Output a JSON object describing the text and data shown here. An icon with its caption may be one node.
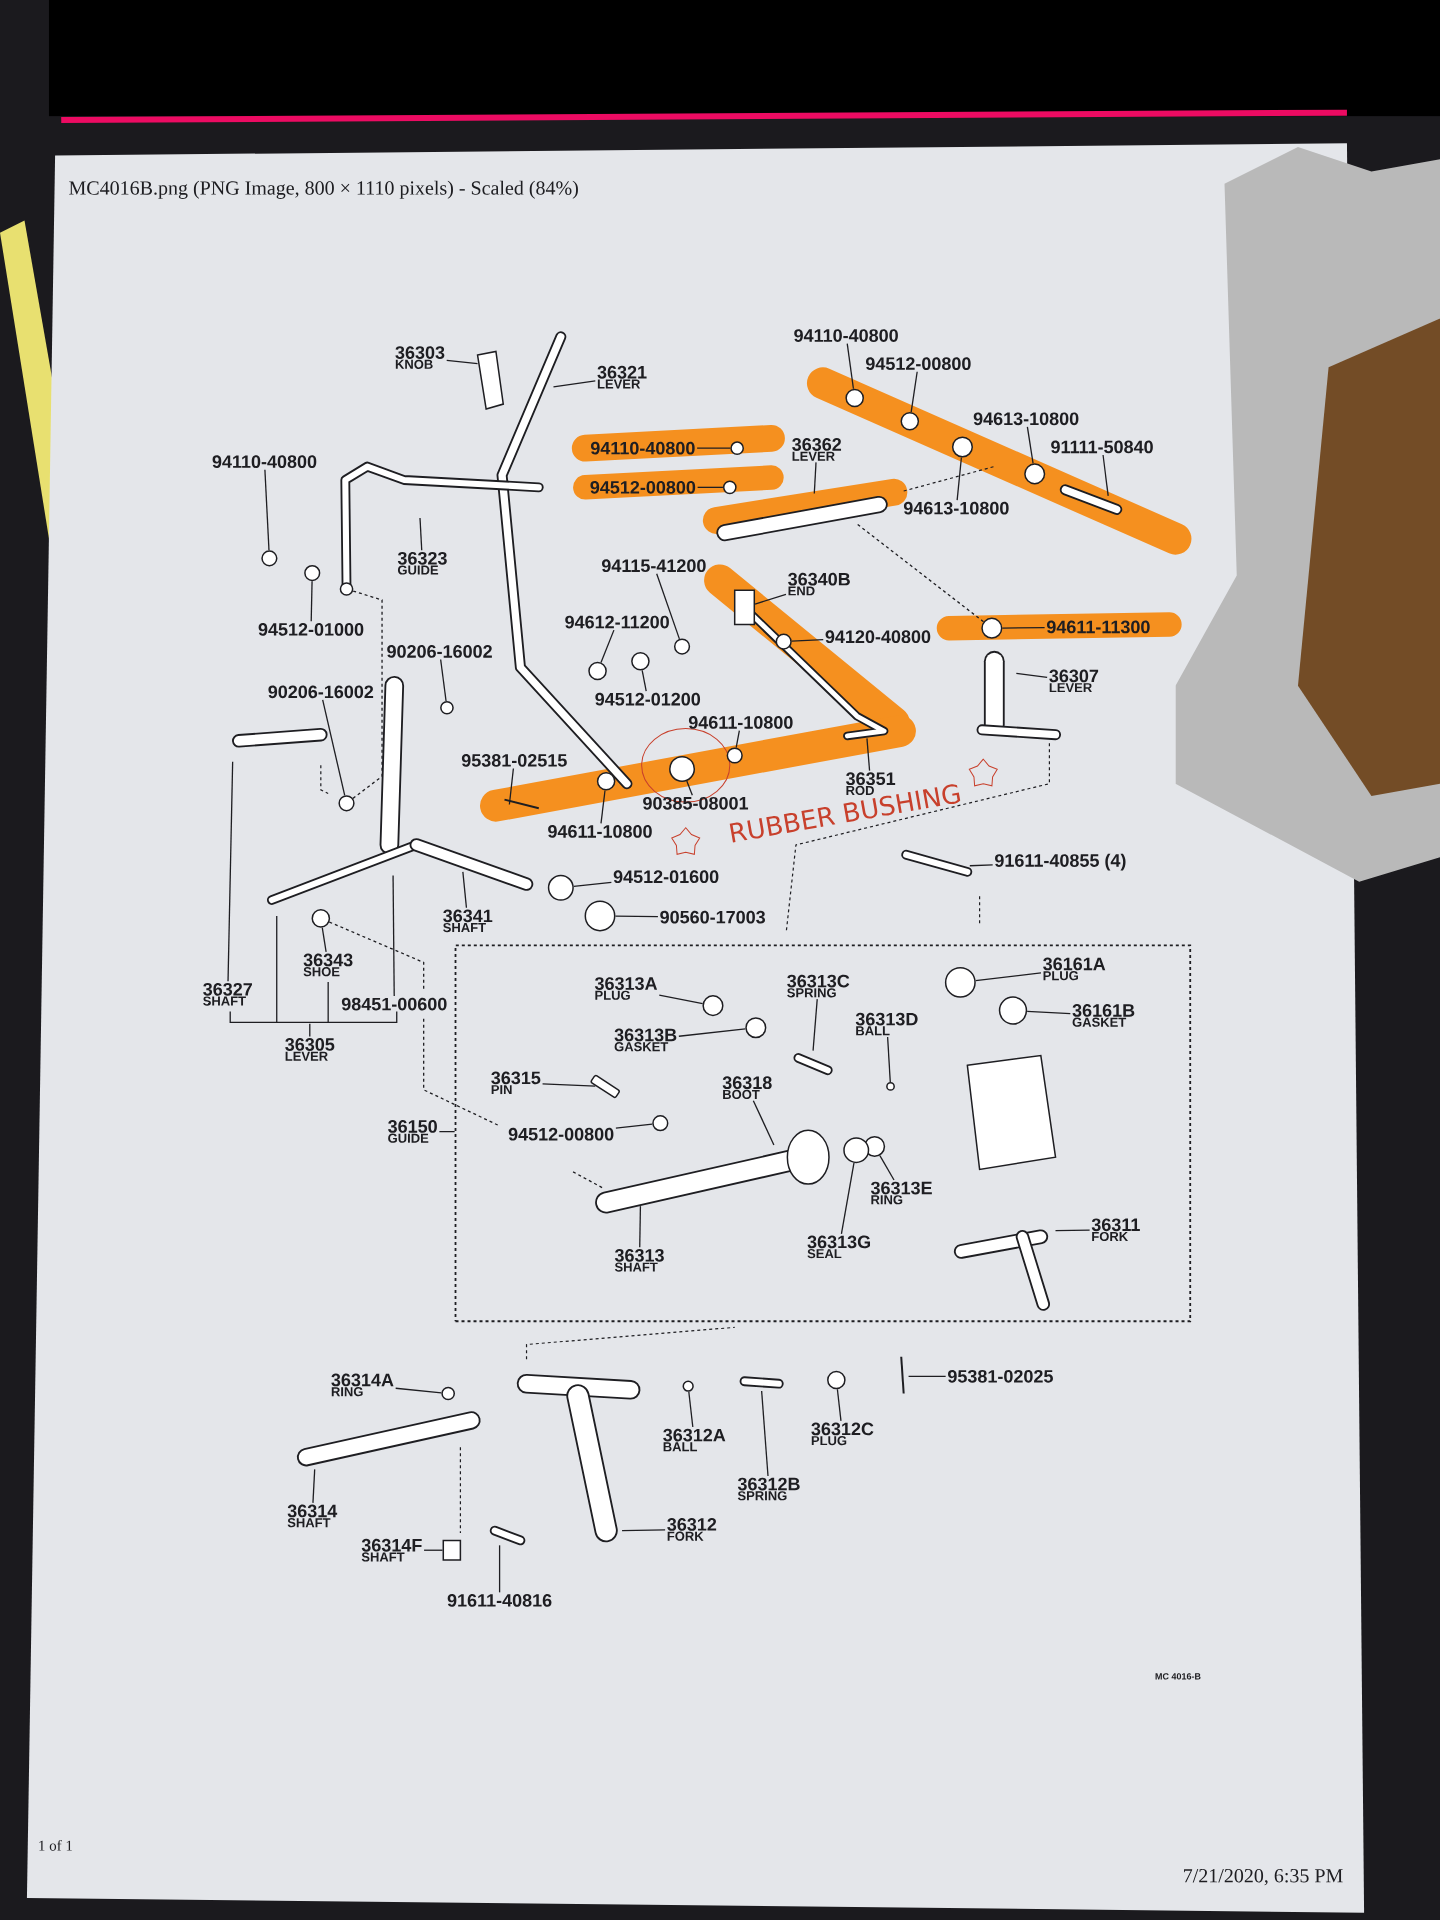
{
  "diagram": {
    "nodes": [
      {
        "text": [
          "36303",
          "KNOB"
        ]
      },
      {
        "text": [
          "36321",
          "LEVER"
        ]
      },
      {
        "text": [
          "94110-40800"
        ]
      },
      {
        "text": [
          "36323",
          "GUIDE"
        ]
      },
      {
        "text": [
          "94512-01000"
        ]
      },
      {
        "text": [
          "94110-40800"
        ]
      },
      {
        "text": [
          "94512-00800"
        ]
      },
      {
        "text": [
          "36362",
          "LEVER"
        ]
      },
      {
        "text": [
          "94110-40800"
        ]
      },
      {
        "text": [
          "94512-00800"
        ]
      },
      {
        "text": [
          "94613-10800"
        ]
      },
      {
        "text": [
          "91111-50840"
        ]
      },
      {
        "text": [
          "94613-10800"
        ]
      },
      {
        "text": [
          "94115-41200"
        ]
      },
      {
        "text": [
          "36340B",
          "END"
        ]
      },
      {
        "text": [
          "94612-11200"
        ]
      },
      {
        "text": [
          "94512-01200"
        ]
      },
      {
        "text": [
          "94120-40800"
        ]
      },
      {
        "text": [
          "94611-11300"
        ]
      },
      {
        "text": [
          "36307",
          "LEVER"
        ]
      },
      {
        "text": [
          "90206-16002"
        ]
      },
      {
        "text": [
          "90206-16002"
        ]
      },
      {
        "text": [
          "94611-10800"
        ]
      },
      {
        "text": [
          "95381-02515"
        ]
      },
      {
        "text": [
          "90385-08001"
        ]
      },
      {
        "text": [
          "94611-10800"
        ]
      },
      {
        "text": [
          "36351",
          "ROD"
        ]
      },
      {
        "text": [
          "91611-40855 (4)"
        ]
      },
      {
        "text": [
          "94512-01600"
        ]
      },
      {
        "text": [
          "90560-17003"
        ]
      },
      {
        "text": [
          "36341",
          "SHAFT"
        ]
      },
      {
        "text": [
          "36327",
          "SHAFT"
        ]
      },
      {
        "text": [
          "36343",
          "SHOE"
        ]
      },
      {
        "text": [
          "98451-00600"
        ]
      },
      {
        "text": [
          "36305",
          "LEVER"
        ]
      },
      {
        "text": [
          "36150",
          "GUIDE"
        ]
      },
      {
        "text": [],
        "shape": "box"
      },
      {
        "text": [
          "36313A",
          "PLUG"
        ],
        "in": 36
      },
      {
        "text": [
          "36161A",
          "PLUG"
        ],
        "in": 36
      },
      {
        "text": [
          "36313C",
          "SPRING"
        ],
        "in": 36
      },
      {
        "text": [
          "36313B",
          "GASKET"
        ],
        "in": 36
      },
      {
        "text": [
          "36161B",
          "GASKET"
        ],
        "in": 36
      },
      {
        "text": [
          "36313D",
          "BALL"
        ],
        "in": 36
      },
      {
        "text": [
          "36315",
          "PIN"
        ],
        "in": 36
      },
      {
        "text": [
          "36318",
          "BOOT"
        ],
        "in": 36
      },
      {
        "text": [
          "94512-00800"
        ],
        "in": 36
      },
      {
        "text": [
          "36313E",
          "RING"
        ],
        "in": 36
      },
      {
        "text": [
          "36311",
          "FORK"
        ],
        "in": 36
      },
      {
        "text": [
          "36313G",
          "SEAL"
        ],
        "in": 36
      },
      {
        "text": [
          "36313",
          "SHAFT"
        ],
        "in": 36
      },
      {
        "text": [
          "36314A",
          "RING"
        ]
      },
      {
        "text": [
          "95381-02025"
        ]
      },
      {
        "text": [
          "36312A",
          "BALL"
        ]
      },
      {
        "text": [
          "36312C",
          "PLUG"
        ]
      },
      {
        "text": [
          "36312B",
          "SPRING"
        ]
      },
      {
        "text": [
          "36314",
          "SHAFT"
        ]
      },
      {
        "text": [
          "36312",
          "FORK"
        ]
      },
      {
        "text": [
          "36314F",
          "SHAFT"
        ]
      },
      {
        "text": [
          "91611-40816"
        ]
      },
      {
        "text": [],
        "shape": "circle"
      },
      {
        "text": [],
        "shape": "circle"
      },
      {
        "text": [],
        "shape": "circle"
      },
      {
        "text": [],
        "shape": "circle"
      },
      {
        "text": [],
        "shape": "circle"
      },
      {
        "text": [],
        "shape": "circle"
      },
      {
        "text": [],
        "shape": "circle"
      },
      {
        "text": [],
        "shape": "circle"
      },
      {
        "text": [],
        "shape": "circle"
      },
      {
        "text": [],
        "shape": "circle"
      },
      {
        "text": [],
        "shape": "circle"
      },
      {
        "text": [],
        "shape": "circle"
      },
      {
        "text": [],
        "shape": "circle"
      },
      {
        "text": [],
        "shape": "circle"
      },
      {
        "text": [],
        "shape": "circle"
      },
      {
        "text": [],
        "shape": "circle"
      },
      {
        "text": [],
        "shape": "circle"
      },
      {
        "text": [],
        "shape": "circle"
      },
      {
        "text": [],
        "shape": "circle"
      },
      {
        "text": [],
        "shape": "circle"
      },
      {
        "text": [],
        "shape": "circle"
      },
      {
        "text": [],
        "shape": "circle",
        "in": 36
      },
      {
        "text": [],
        "shape": "circle",
        "in": 36
      },
      {
        "text": [],
        "shape": "circle",
        "in": 36
      },
      {
        "text": [],
        "shape": "circle",
        "in": 36
      },
      {
        "text": [],
        "shape": "circle",
        "in": 36
      },
      {
        "text": [],
        "shape": "circle",
        "in": 36
      },
      {
        "text": [],
        "shape": "circle",
        "in": 36
      },
      {
        "text": [],
        "shape": "circle",
        "in": 36
      },
      {
        "text": [],
        "shape": "circle"
      },
      {
        "text": [],
        "shape": "circle"
      },
      {
        "text": [],
        "shape": "circle"
      },
      {
        "text": [],
        "shape": "box"
      },
      {
        "text": [],
        "shape": "box"
      },
      {
        "text": [],
        "shape": "bar",
        "in": 36
      },
      {
        "text": [],
        "shape": "circle"
      }
    ],
    "edges": [
      {
        "from": 0,
        "to": null,
        "arrow": "none"
      },
      {
        "from": 1,
        "to": null,
        "arrow": "none"
      },
      {
        "from": 2,
        "to": 59,
        "arrow": "none"
      },
      {
        "from": 3,
        "to": null,
        "arrow": "none"
      },
      {
        "from": 4,
        "to": 60,
        "arrow": "none"
      },
      {
        "from": 5,
        "to": 61,
        "arrow": "none"
      },
      {
        "from": 6,
        "to": 62,
        "arrow": "none"
      },
      {
        "from": 7,
        "to": null,
        "arrow": "none"
      },
      {
        "from": 8,
        "to": 63,
        "arrow": "none"
      },
      {
        "from": 9,
        "to": 64,
        "arrow": "none"
      },
      {
        "from": 10,
        "to": 65,
        "arrow": "none"
      },
      {
        "from": 11,
        "to": null,
        "arrow": "none"
      },
      {
        "from": 12,
        "to": 66,
        "arrow": "none"
      },
      {
        "from": 13,
        "to": 67,
        "arrow": "none"
      },
      {
        "from": 14,
        "to": 91,
        "arrow": "none"
      },
      {
        "from": 15,
        "to": 68,
        "arrow": "none"
      },
      {
        "from": 16,
        "to": 69,
        "arrow": "none"
      },
      {
        "from": 17,
        "to": 70,
        "arrow": "none"
      },
      {
        "from": 18,
        "to": 71,
        "arrow": "none"
      },
      {
        "from": 19,
        "to": null,
        "arrow": "none"
      },
      {
        "from": 20,
        "to": 72,
        "arrow": "none"
      },
      {
        "from": 21,
        "to": 73,
        "arrow": "none"
      },
      {
        "from": 22,
        "to": 74,
        "arrow": "none"
      },
      {
        "from": 23,
        "to": null,
        "arrow": "none"
      },
      {
        "from": 24,
        "to": 75,
        "arrow": "none"
      },
      {
        "from": 25,
        "to": 76,
        "arrow": "none"
      },
      {
        "from": 26,
        "to": null,
        "arrow": "none"
      },
      {
        "from": 27,
        "to": null,
        "arrow": "none"
      },
      {
        "from": 28,
        "to": 77,
        "arrow": "none"
      },
      {
        "from": 29,
        "to": 78,
        "arrow": "none"
      },
      {
        "from": 30,
        "to": null,
        "arrow": "none"
      },
      {
        "from": 31,
        "to": null,
        "arrow": "none"
      },
      {
        "from": 32,
        "to": 79,
        "arrow": "none"
      },
      {
        "from": 33,
        "to": null,
        "arrow": "none"
      },
      {
        "from": 34,
        "to": null,
        "arrow": "none"
      },
      {
        "from": 35,
        "to": 36,
        "arrow": "none"
      },
      {
        "from": 37,
        "to": 80,
        "arrow": "none"
      },
      {
        "from": 38,
        "to": 81,
        "arrow": "none"
      },
      {
        "from": 39,
        "to": null,
        "arrow": "none"
      },
      {
        "from": 40,
        "to": 82,
        "arrow": "none"
      },
      {
        "from": 41,
        "to": 83,
        "arrow": "none"
      },
      {
        "from": 42,
        "to": 84,
        "arrow": "none"
      },
      {
        "from": 43,
        "to": 93,
        "arrow": "none"
      },
      {
        "from": 44,
        "to": null,
        "arrow": "none"
      },
      {
        "from": 45,
        "to": 85,
        "arrow": "none"
      },
      {
        "from": 46,
        "to": 86,
        "arrow": "none"
      },
      {
        "from": 47,
        "to": null,
        "arrow": "none"
      },
      {
        "from": 48,
        "to": 87,
        "arrow": "none"
      },
      {
        "from": 49,
        "to": null,
        "arrow": "none"
      },
      {
        "from": 50,
        "to": 88,
        "arrow": "none"
      },
      {
        "from": 51,
        "to": null,
        "arrow": "none"
      },
      {
        "from": 52,
        "to": 89,
        "arrow": "none"
      },
      {
        "from": 53,
        "to": 90,
        "arrow": "none"
      },
      {
        "from": 54,
        "to": null,
        "arrow": "none"
      },
      {
        "from": 55,
        "to": null,
        "arrow": "none"
      },
      {
        "from": 56,
        "to": null,
        "arrow": "none"
      },
      {
        "from": 57,
        "to": 92,
        "arrow": "none"
      },
      {
        "from": 58,
        "to": null,
        "arrow": "none"
      },
      {
        "from": 79,
        "to": null,
        "arrow": "none",
        "style": "dashed"
      },
      {
        "from": 71,
        "to": null,
        "arrow": "none",
        "style": "dashed"
      },
      {
        "from": 73,
        "to": 94,
        "arrow": "none",
        "style": "dashed"
      }
    ],
    "labels": [
      "MC4016B.png (PNG Image, 800 × 1110 pixels) - Scaled (84%)",
      "RUBBER BUSHING",
      "MC 4016-B",
      "1 of 1",
      "7/21/2020, 6:35 PM"
    ]
  }
}
